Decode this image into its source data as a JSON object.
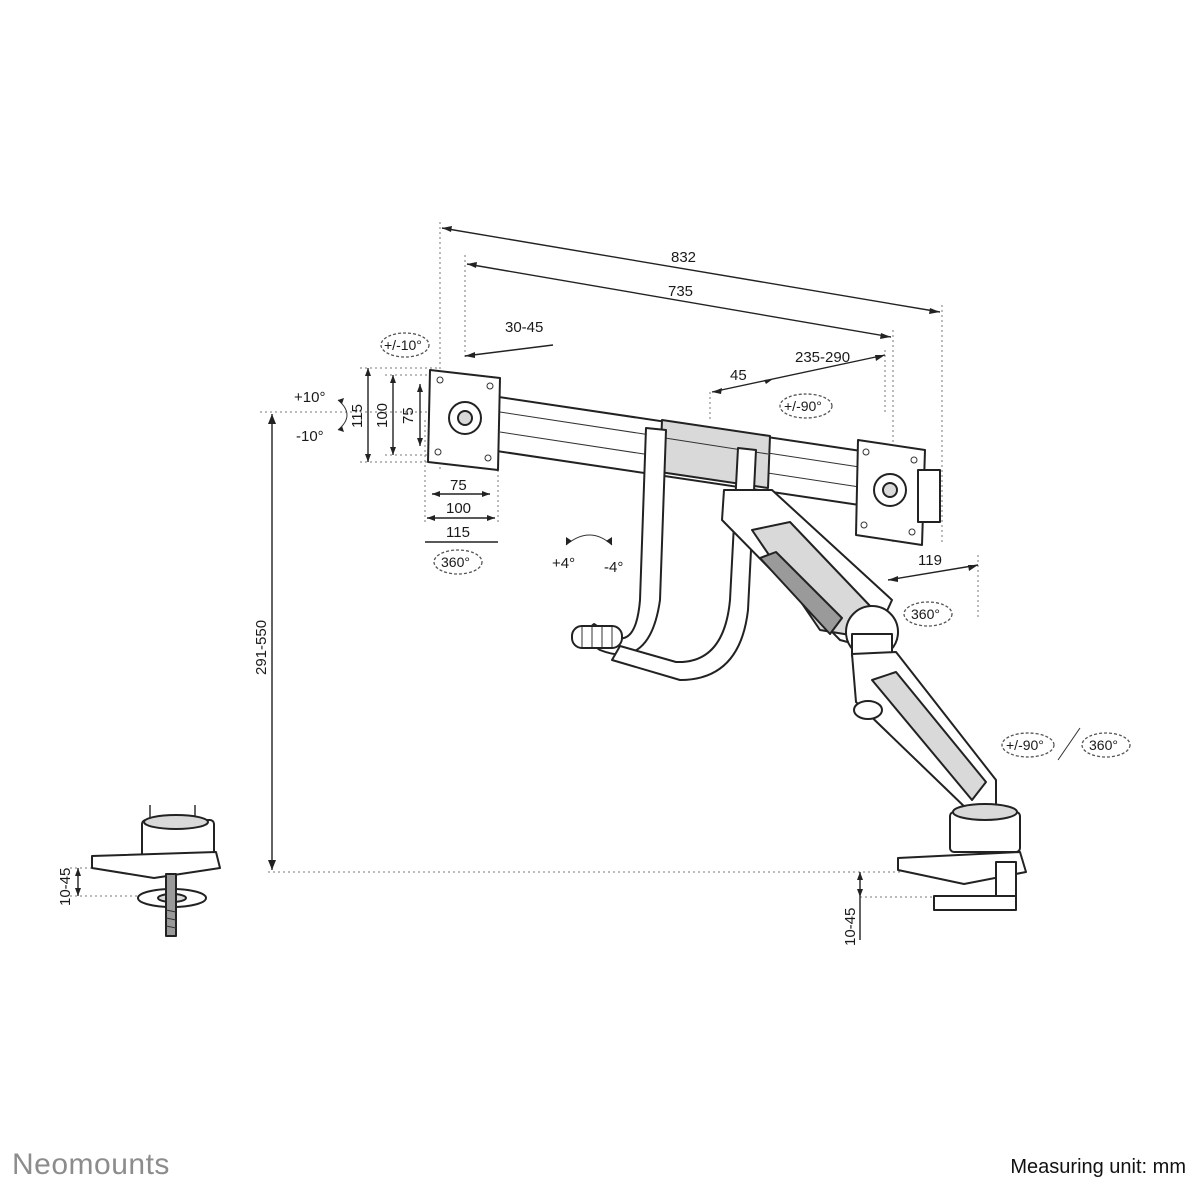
{
  "brand": {
    "name": "Neomounts"
  },
  "footer": {
    "measuring_unit": "Measuring unit: mm"
  },
  "dimensions": {
    "overall_width": "832",
    "arm_span": "735",
    "vesa_offset": "30-45",
    "slider_offset": "45",
    "slider_range": "235-290",
    "base_to_pole": "119",
    "height_range": "291-550",
    "clamp_left": "10-45",
    "clamp_right": "10-45",
    "vesa_h_75": "75",
    "vesa_h_100": "100",
    "vesa_h_115": "115",
    "vesa_v_115": "115",
    "vesa_v_100": "100",
    "vesa_v_75": "75"
  },
  "angles": {
    "head_tilt": "+/-10°",
    "tilt_up": "+10°",
    "tilt_down": "-10°",
    "rotation_head": "360°",
    "bar_tilt_plus": "+4°",
    "bar_tilt_minus": "-4°",
    "swivel_slider": "+/-90°",
    "rotation_pole": "360°",
    "swivel_arm": "+/-90°",
    "rotation_arm": "360°"
  }
}
